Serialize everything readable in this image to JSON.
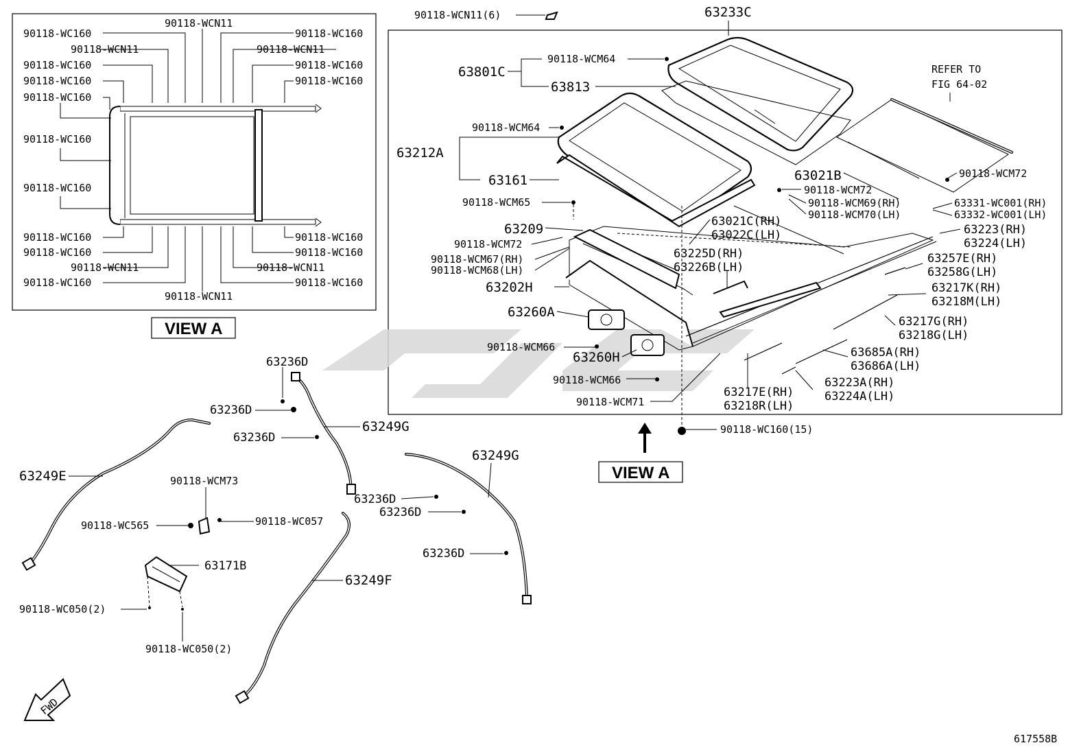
{
  "view_a_box": {
    "title": "VIEW A",
    "labels": {
      "l_wc160_1": "90118-WC160",
      "l_wcn11_top": "90118-WCN11",
      "l_wc160_2": "90118-WC160",
      "l_wcn11_2": "90118-WCN11",
      "l_wcn11_3": "90118-WCN11",
      "l_wc160_3": "90118-WC160",
      "l_wc160_4": "90118-WC160",
      "l_wc160_5": "90118-WC160",
      "l_wc160_6": "90118-WC160",
      "l_wc160_7": "90118-WC160",
      "l_wc160_8": "90118-WC160",
      "l_wc160_9": "90118-WC160",
      "l_wc160_10": "90118-WC160",
      "l_wc160_11": "90118-WC160",
      "l_wcn11_4": "90118-WCN11",
      "l_wc160_12": "90118-WC160",
      "l_wc160_13": "90118-WC160",
      "l_wc160_14": "90118-WC160",
      "l_wcn11_5": "90118-WCN11",
      "l_wc160_15": "90118-WC160",
      "l_wcn11_bottom": "90118-WCN11"
    }
  },
  "main_labels": {
    "p63233c": "63233C",
    "wcn11_6": "90118-WCN11(6)",
    "wcm64_a": "90118-WCM64",
    "p63801c": "63801C",
    "p63813": "63813",
    "refer_1": "REFER TO",
    "refer_2": "FIG 64-02",
    "wcm64_b": "90118-WCM64",
    "p63212a": "63212A",
    "p63161": "63161",
    "p63021b": "63021B",
    "wcm72_r": "90118-WCM72",
    "wcm72_m": "90118-WCM72",
    "wcm65": "90118-WCM65",
    "wcm69": "90118-WCM69(RH)",
    "wcm70": "90118-WCM70(LH)",
    "wc001_r": "63331-WC001(RH)",
    "wc001_l": "63332-WC001(LH)",
    "p63021c": "63021C(RH)",
    "p63022c": "63022C(LH)",
    "p63209": "63209",
    "wcm72_l": "90118-WCM72",
    "p63223": "63223(RH)",
    "p63224": "63224(LH)",
    "wcm67": "90118-WCM67(RH)",
    "wcm68": "90118-WCM68(LH)",
    "p63225d": "63225D(RH)",
    "p63226b": "63226B(LH)",
    "p63257e": "63257E(RH)",
    "p63258g": "63258G(LH)",
    "p63202h": "63202H",
    "p63217k": "63217K(RH)",
    "p63218m": "63218M(LH)",
    "p63260a": "63260A",
    "p63217g": "63217G(RH)",
    "p63218g": "63218G(LH)",
    "wcm66_a": "90118-WCM66",
    "p63260h": "63260H",
    "p63685a": "63685A(RH)",
    "p63686a": "63686A(LH)",
    "wcm66_b": "90118-WCM66",
    "p63223a": "63223A(RH)",
    "p63224a": "63224A(LH)",
    "p63217e": "63217E(RH)",
    "p63218r": "63218R(LH)",
    "wcm71": "90118-WCM71",
    "wc160_15": "90118-WC160(15)",
    "view_a_ref": "VIEW A"
  },
  "lower_labels": {
    "p63236d_1": "63236D",
    "p63236d_2": "63236D",
    "p63236d_3": "63236D",
    "p63249g_1": "63249G",
    "p63249e": "63249E",
    "wcm73": "90118-WCM73",
    "wc565": "90118-WC565",
    "wc057": "90118-WC057",
    "p63236d_4": "63236D",
    "p63236d_5": "63236D",
    "p63249g_2": "63249G",
    "p63236d_6": "63236D",
    "p63171b": "63171B",
    "p63249f": "63249F",
    "wc050_a": "90118-WC050(2)",
    "wc050_b": "90118-WC050(2)"
  },
  "fwd_label": "FWD",
  "drawing_number": "617558B"
}
